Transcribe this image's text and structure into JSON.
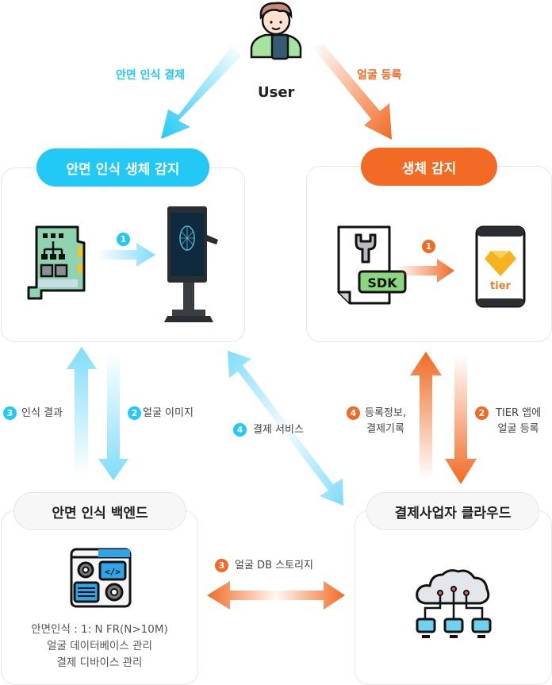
{
  "colors": {
    "blue": "#22c8f6",
    "orange": "#f26a24",
    "light_blue": "#7fdcfb",
    "text": "#444444"
  },
  "user": {
    "label": "User",
    "icon": "person-with-phone-icon"
  },
  "top_arrows": {
    "left": {
      "label": "안면 인식 결제",
      "color": "#22c8f6"
    },
    "right": {
      "label": "얼굴 등록",
      "color": "#f26a24"
    }
  },
  "nodes": {
    "face_liveness": {
      "title": "안면 인식 생체 감지",
      "step": {
        "num": "1"
      },
      "icons": [
        "circuit-board-icon",
        "face-recognition-kiosk-icon"
      ]
    },
    "liveness": {
      "title": "생체 감지",
      "step": {
        "num": "1"
      },
      "icons": [
        "sdk-file-icon",
        "tier-app-phone-icon"
      ],
      "sdk_text": "SDK",
      "app_text": "tier"
    },
    "backend": {
      "title": "안면 인식 백엔드",
      "icon": "web-development-settings-icon",
      "lines": [
        "안면인식 : 1: N FR(N>10M)",
        "얼굴 데이터베이스 관리",
        "결제 디바이스 관리"
      ]
    },
    "cloud": {
      "title": "결제사업자 클라우드",
      "icon": "cloud-network-icon"
    }
  },
  "flows": {
    "recognition_result": {
      "num": "3",
      "label": "인식 결과"
    },
    "face_image": {
      "num": "2",
      "label": "얼굴 이미지"
    },
    "payment_service": {
      "num": "4",
      "label": "결제 서비스"
    },
    "registration_info": {
      "num": "4",
      "line1": "등록정보,",
      "line2": "결제기록"
    },
    "tier_register": {
      "num": "2",
      "line1": "TIER 앱에",
      "line2": "얼굴 등록"
    },
    "face_db_storage": {
      "num": "3",
      "label": "얼굴 DB 스토리지"
    }
  }
}
